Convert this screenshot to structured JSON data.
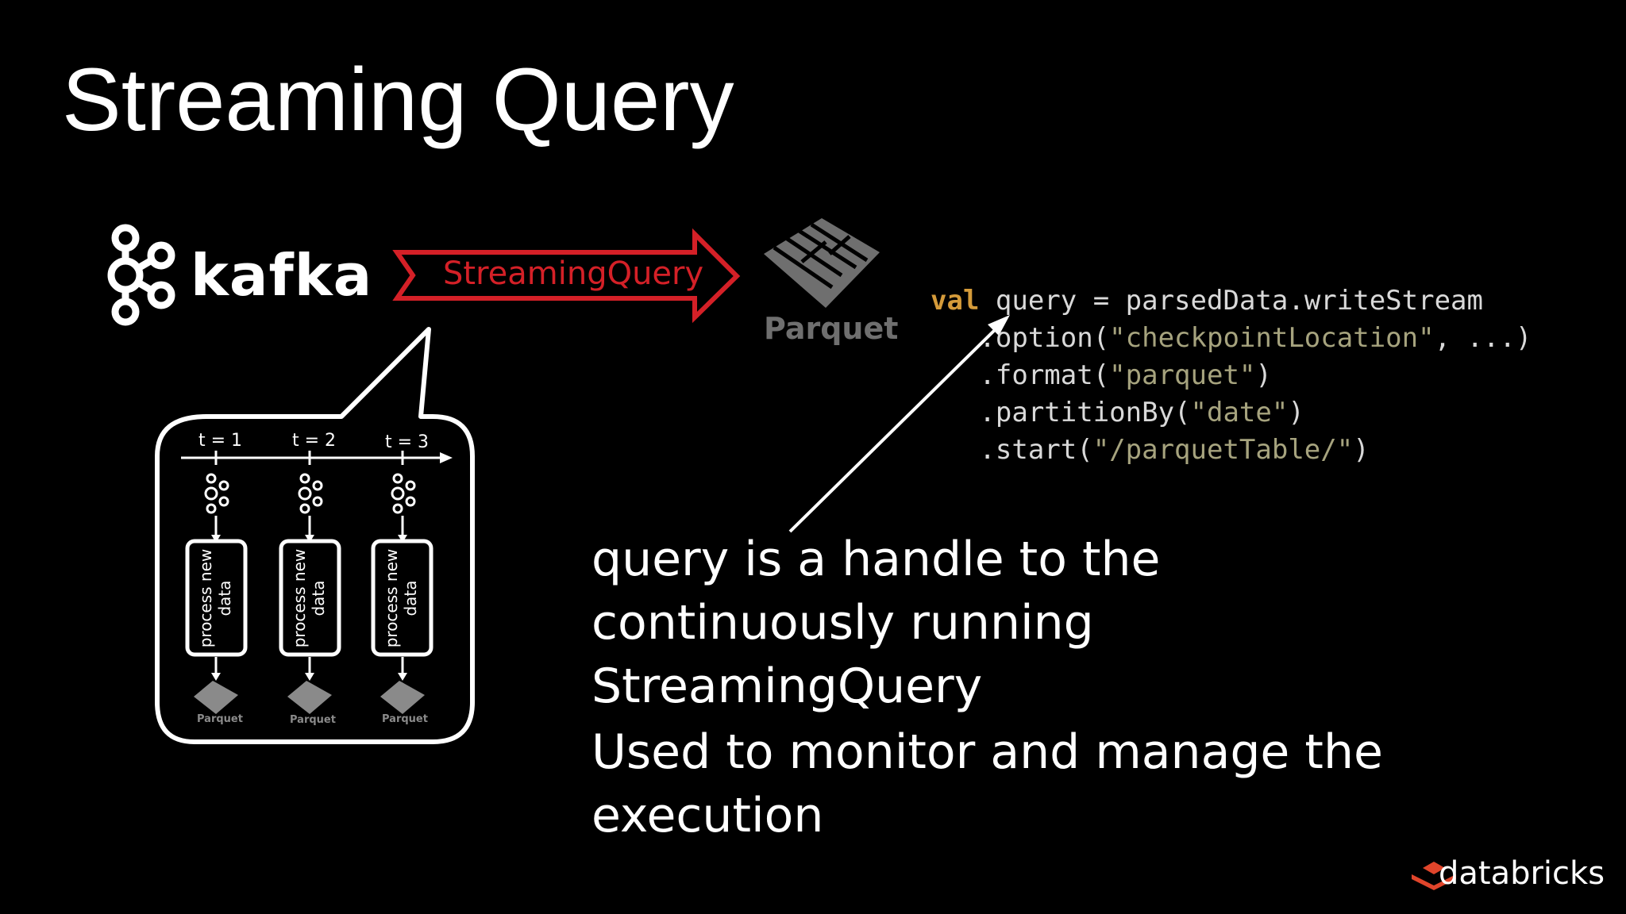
{
  "slide": {
    "title": "Streaming Query",
    "kafka_label": "kafka",
    "arrow_label": "StreamingQuery",
    "parquet_label": "Parquet",
    "code": {
      "line1_kw": "val",
      "line1_rest": " query = parsedData.writeStream",
      "line2_a": "   .option(",
      "line2_str": "\"checkpointLocation\"",
      "line2_b": ", ...)",
      "line3_a": "   .format(",
      "line3_str": "\"parquet\"",
      "line3_b": ")",
      "line4_a": "   .partitionBy(",
      "line4_str": "\"date\"",
      "line4_b": ")",
      "line5_a": "   .start(",
      "line5_str": "\"/parquetTable/\"",
      "line5_b": ")"
    },
    "description_1": "query is a handle to the continuously running StreamingQuery",
    "description_2": "Used to monitor and manage the execution",
    "brand": "databricks"
  },
  "diagram": {
    "time_labels": [
      "t = 1",
      "t = 2",
      "t = 3"
    ],
    "box_label_line1": "process new",
    "box_label_line2": "data",
    "mini_parquet_label": "Parquet"
  },
  "colors": {
    "background": "#000000",
    "arrow_red": "#d42027",
    "code_keyword": "#d59b3a",
    "code_string": "#a6a37e",
    "parquet_gray": "#6f6f6f",
    "brand_red": "#e0452b"
  },
  "icons": [
    "kafka-logo-icon",
    "parquet-logo-icon",
    "databricks-logo-icon",
    "speech-bubble"
  ]
}
